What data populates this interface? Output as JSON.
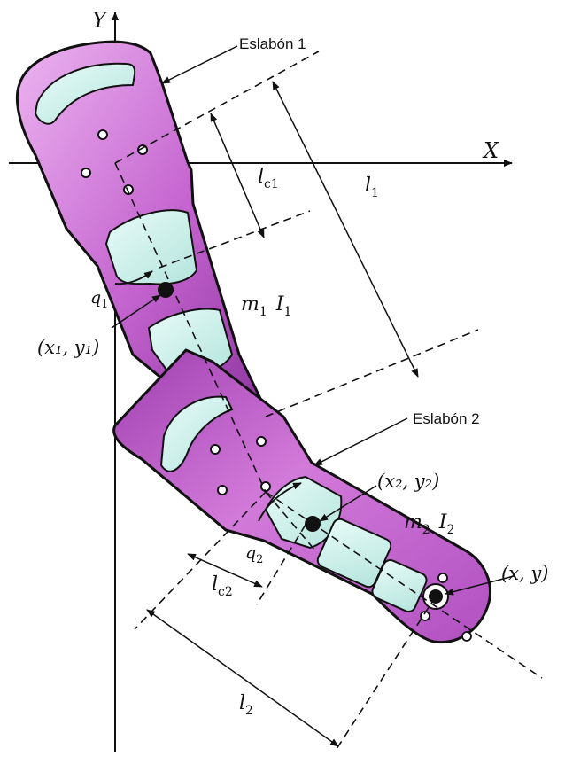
{
  "axes": {
    "x_label": "X",
    "y_label": "Y"
  },
  "labels": {
    "link1": "Eslabón 1",
    "link2": "Eslabón 2",
    "q1": "q",
    "q1_sub": "1",
    "q2": "q",
    "q2_sub": "2",
    "lc1": "l",
    "lc1_sub": "c1",
    "l1": "l",
    "l1_sub": "1",
    "lc2": "l",
    "lc2_sub": "c2",
    "l2": "l",
    "l2_sub": "2",
    "m1": "m",
    "m1_sub": "1",
    "I1": "I",
    "I1_sub": "1",
    "m2": "m",
    "m2_sub": "2",
    "I2": "I",
    "I2_sub": "2",
    "p1": "(x₁, y₁)",
    "p2": "(x₂, y₂)",
    "pe": "(x, y)"
  },
  "colors": {
    "link_fill": "#c060cc",
    "link_light": "#e8a8ee",
    "link_dark": "#8a2e96",
    "window": "#cfeeea",
    "outline": "#111111"
  }
}
